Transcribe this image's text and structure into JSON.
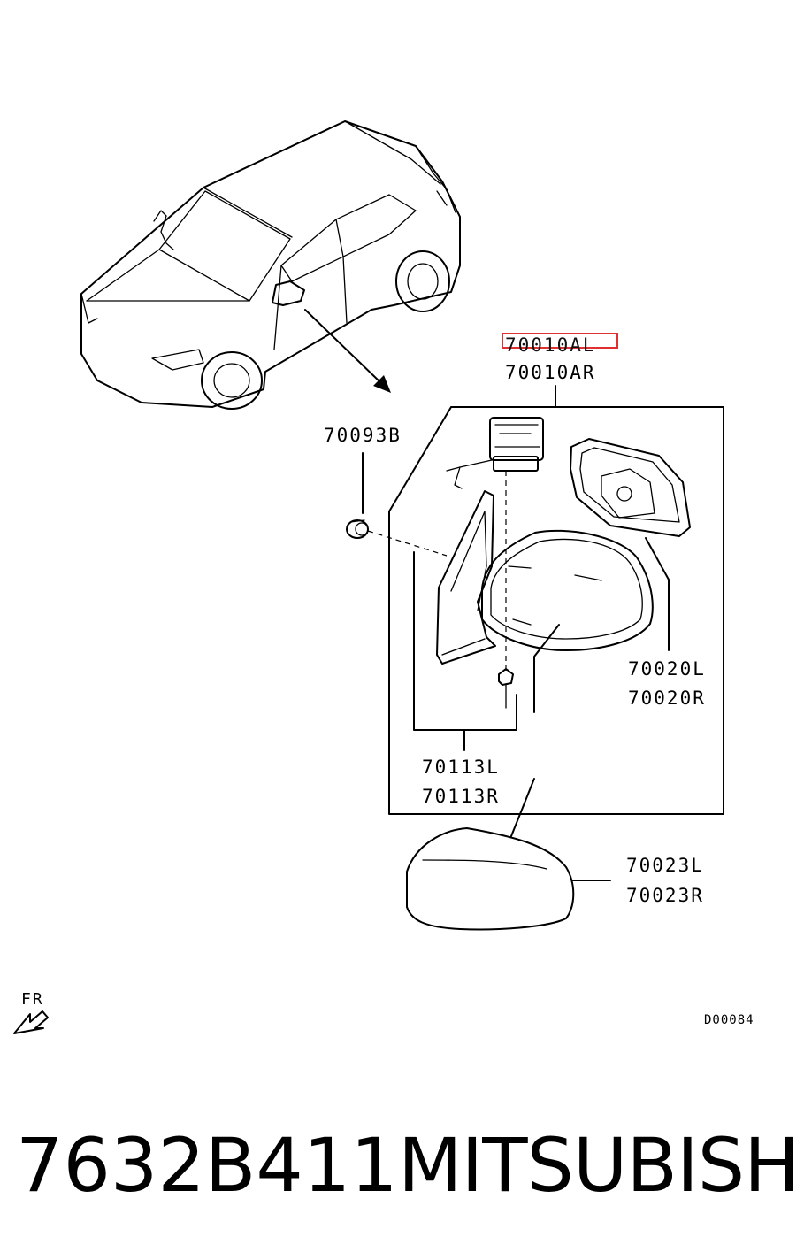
{
  "callouts": {
    "assembly_left_highlighted": "70010AL",
    "assembly_right": "70010AR",
    "clip": "70093B",
    "glass_left": "70020L",
    "glass_right": "70020R",
    "base_left": "70113L",
    "base_right": "70113R",
    "cover_left": "70023L",
    "cover_right": "70023R"
  },
  "direction_label": "FR",
  "diagram_code": "D00084",
  "footer": {
    "part_number": "7632B411",
    "brand": "MITSUBISHI"
  },
  "colors": {
    "highlight_box": "#e03030",
    "line": "#000000",
    "background": "#ffffff"
  }
}
